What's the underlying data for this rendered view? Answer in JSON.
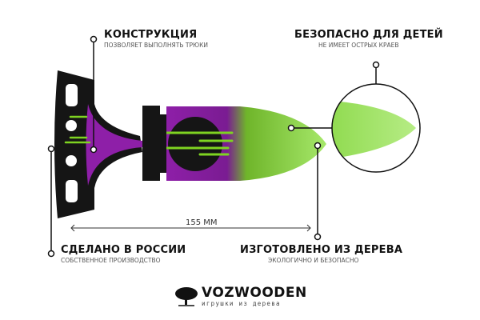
{
  "features": [
    {
      "title": "КОНСТРУКЦИЯ",
      "subtitle": "ПОЗВОЛЯЕТ ВЫПОЛНЯТЬ ТРЮКИ"
    },
    {
      "title": "БЕЗОПАСНО ДЛЯ ДЕТЕЙ",
      "subtitle": "НЕ ИМЕЕТ ОСТРЫХ КРАЕВ"
    },
    {
      "title": "СДЕЛАНО В РОССИИ",
      "subtitle": "СОБСТВЕННОЕ ПРОИЗВОДСТВО"
    },
    {
      "title": "ИЗГОТОВЛЕНО ИЗ ДЕРЕВА",
      "subtitle": "ЭКОЛОГИЧНО И БЕЗОПАСНО"
    }
  ],
  "dimension": "155 ММ",
  "brand": {
    "name": "VOZWOODEN",
    "tagline": "игрушки из дерева"
  },
  "colors": {
    "green": "#7ed321",
    "purple": "#8e1fa8",
    "black": "#111111"
  }
}
